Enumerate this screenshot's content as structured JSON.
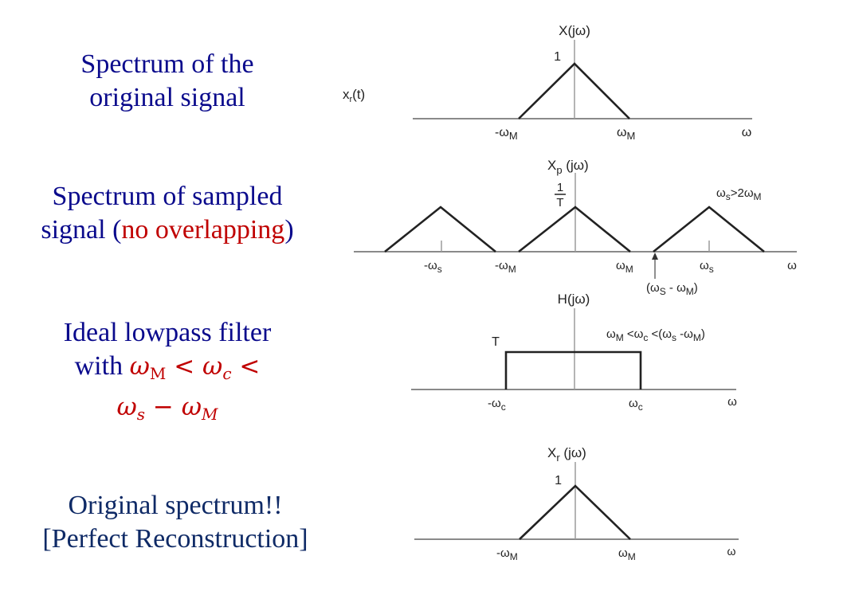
{
  "captions": {
    "original": {
      "line1": "Spectrum of the",
      "line2": "original signal"
    },
    "sampled": {
      "line1": "Spectrum of sampled",
      "line2_prefix": "signal (",
      "line2_red": "no overlapping",
      "line2_suffix": ")"
    },
    "filter": {
      "line1": "Ideal lowpass filter",
      "line2_prefix": "with ",
      "cond_a": "ω",
      "cond_a_sub": "M",
      "lt1": " < ",
      "cond_b": "ω",
      "cond_b_sub": "c",
      "lt2": " <",
      "cond_c": "ω",
      "cond_c_sub": "s",
      "minus": " − ",
      "cond_d": "ω",
      "cond_d_sub": "M"
    },
    "reconstructed": {
      "line1": "Original spectrum!!",
      "line2": "[Perfect Reconstruction]"
    }
  },
  "colors": {
    "caption_blue": "#0a0a8c",
    "highlight_red": "#c00000",
    "caption_navy": "#0f2a66"
  },
  "plots": {
    "original": {
      "title": "X(jω)",
      "signal_label_main": "x",
      "signal_label_sub": "r",
      "signal_label_rest": "(t)",
      "peak_label": "1",
      "ticks": [
        "-ωM",
        "ωM"
      ],
      "axis_label": "ω",
      "tick_main": "ω",
      "tick_sub": "M"
    },
    "sampled": {
      "title_main": "X",
      "title_sub": "p",
      "title_rest": " (jω)",
      "peak_num": "1",
      "peak_den": "T",
      "condition_main": "ω",
      "condition_sub": "s",
      "condition_rest": ">2ω",
      "condition_sub2": "M",
      "ticks": {
        "neg_s": "-ω",
        "neg_s_sub": "s",
        "neg_m": "-ω",
        "neg_m_sub": "M",
        "pos_m": "ω",
        "pos_m_sub": "M",
        "pos_s": "ω",
        "pos_s_sub": "s"
      },
      "arrow_label": {
        "open": "(ω",
        "s": "S",
        "mid": " - ω",
        "m": "M",
        "close": ")"
      },
      "axis_label": "ω"
    },
    "filter": {
      "title": "H(jω)",
      "gain_label": "T",
      "condition": {
        "a": "ω",
        "a_sub": "M",
        "b": " <ω",
        "b_sub": "c",
        "c": " <(ω",
        "c_sub": "s",
        "d": " -ω",
        "d_sub": "M",
        "e": ")"
      },
      "ticks": {
        "neg": "-ω",
        "neg_sub": "c",
        "pos": "ω",
        "pos_sub": "c"
      },
      "axis_label": "ω"
    },
    "reconstructed": {
      "title_main": "X",
      "title_sub": "r",
      "title_rest": " (jω)",
      "peak_label": "1",
      "ticks": {
        "neg": "-ω",
        "neg_sub": "M",
        "pos": "ω",
        "pos_sub": "M"
      },
      "axis_label": "ω"
    }
  }
}
